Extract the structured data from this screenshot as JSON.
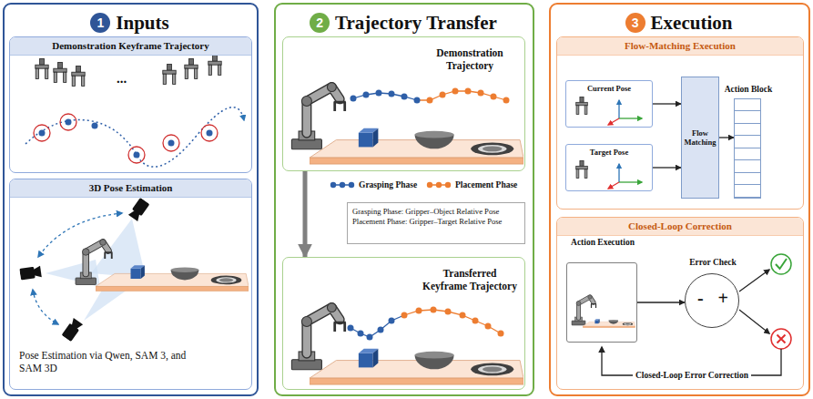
{
  "diagram": {
    "nodes": [
      {
        "text": [
          "Inputs"
        ]
      },
      {
        "text": [
          "1"
        ],
        "in": 0
      },
      {
        "text": [
          "Demonstration Keyframe Trajectory"
        ],
        "in": 0
      },
      {
        "text": [
          "3D Pose Estimation",
          "Pose Estimation via Qwen, SAM 3, and SAM 3D"
        ],
        "in": 0
      },
      {
        "text": [
          "Trajectory Transfer"
        ]
      },
      {
        "text": [
          "2"
        ],
        "in": 4
      },
      {
        "text": [
          "Demonstration Trajectory"
        ],
        "in": 4
      },
      {
        "text": [
          "Grasping Phase: Gripper–Object Relative Pose",
          "Placement Phase: Gripper–Target Relative Pose"
        ],
        "in": 4
      },
      {
        "text": [
          "Transferred Keyframe Trajectory"
        ],
        "in": 4
      },
      {
        "text": [
          "Execution"
        ]
      },
      {
        "text": [
          "3"
        ],
        "in": 9
      },
      {
        "text": [
          "Flow-Matching Execution"
        ],
        "in": 9
      },
      {
        "text": [
          "Current Pose"
        ],
        "in": 11
      },
      {
        "text": [
          "Target Pose"
        ],
        "in": 11
      },
      {
        "text": [
          "Flow Matching"
        ],
        "in": 11
      },
      {
        "text": [
          "Action Block"
        ],
        "in": 11
      },
      {
        "text": [
          "Closed-Loop Correction"
        ],
        "in": 9
      },
      {
        "text": [
          "Action Execution"
        ],
        "in": 16
      },
      {
        "text": [
          "Error Check",
          "-",
          "+"
        ],
        "in": 16
      }
    ],
    "edges": [
      {
        "from": 6,
        "to": 8,
        "arrow": "to"
      },
      {
        "from": 12,
        "to": 14,
        "arrow": "to"
      },
      {
        "from": 13,
        "to": 14,
        "arrow": "to"
      },
      {
        "from": 14,
        "to": 15,
        "arrow": "to"
      },
      {
        "from": 17,
        "to": 18,
        "arrow": "to"
      }
    ],
    "labels": [
      "...",
      "Closed-Loop Error Correction"
    ],
    "legend": [
      {
        "text": "Grasping Phase"
      },
      {
        "text": "Placement Phase"
      }
    ]
  }
}
